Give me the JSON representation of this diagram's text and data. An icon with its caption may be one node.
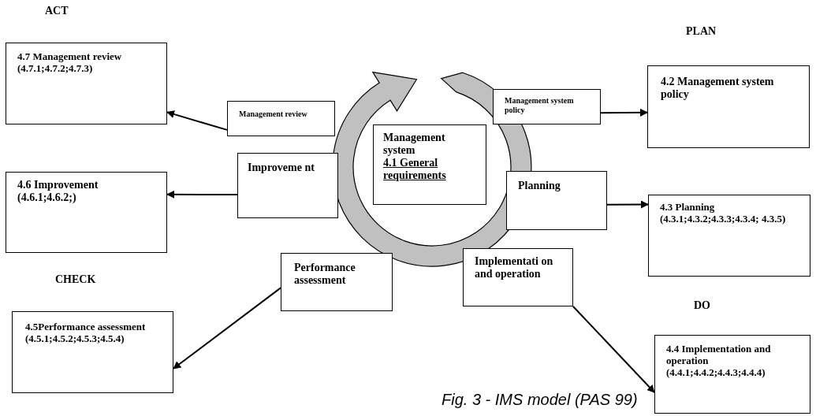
{
  "diagram": {
    "caption": "Fig. 3 - IMS model (PAS 99)",
    "nodes": [
      {
        "text": [
          "4.7 Management review (4.7.1;4.7.2;4.7.3)"
        ]
      },
      {
        "text": [
          "4.2 Management system policy"
        ]
      },
      {
        "text": [
          "Management review"
        ]
      },
      {
        "text": [
          "Management system policy"
        ]
      },
      {
        "text": [
          "Management system",
          "4.1 General requirements"
        ]
      },
      {
        "text": [
          "Improveme nt"
        ]
      },
      {
        "text": [
          "4.6 Improvement (4.6.1;4.6.2;)"
        ]
      },
      {
        "text": [
          "Planning"
        ]
      },
      {
        "text": [
          "4.3 Planning (4.3.1;4.3.2;4.3.3;4.3.4; 4.3.5)"
        ]
      },
      {
        "text": [
          "Performance assessment"
        ]
      },
      {
        "text": [
          "Implementati on and operation"
        ]
      },
      {
        "text": [
          "4.5Performance assessment (4.5.1;4.5.2;4.5.3;4.5.4)"
        ]
      },
      {
        "text": [
          "4.4 Implementation and operation (4.4.1;4.4.2;4.4.3;4.4.4)"
        ]
      }
    ],
    "edges": [
      {
        "from": 2,
        "to": 0,
        "arrow": "to"
      },
      {
        "from": 3,
        "to": 1,
        "arrow": "to"
      },
      {
        "from": 5,
        "to": 6,
        "arrow": "to"
      },
      {
        "from": 7,
        "to": 8,
        "arrow": "to"
      },
      {
        "from": 9,
        "to": 11,
        "arrow": "to"
      },
      {
        "from": 10,
        "to": 12,
        "arrow": "to"
      }
    ],
    "labels": [
      "ACT",
      "PLAN",
      "CHECK",
      "DO"
    ]
  }
}
